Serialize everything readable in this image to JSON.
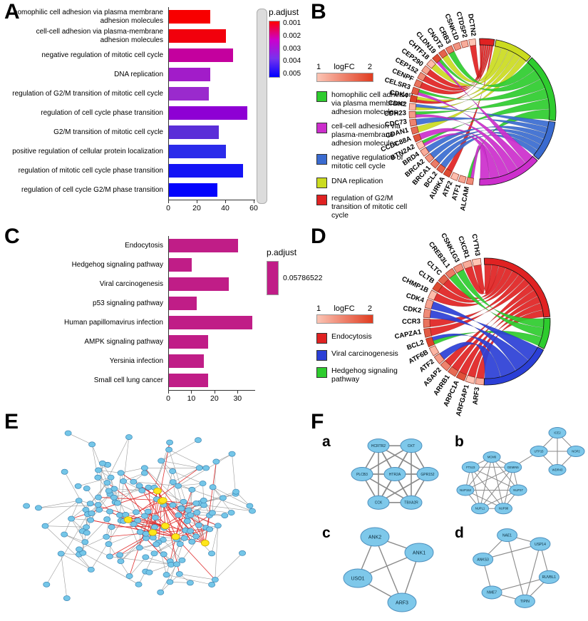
{
  "panels": {
    "a": {
      "label": "A"
    },
    "b": {
      "label": "B"
    },
    "c": {
      "label": "C"
    },
    "d": {
      "label": "D"
    },
    "e": {
      "label": "E"
    },
    "f": {
      "label": "F"
    }
  },
  "chart_data": [
    {
      "id": "A",
      "type": "bar",
      "orientation": "horizontal",
      "categories": [
        "homophilic cell adhesion via plasma membrane adhesion molecules",
        "cell-cell adhesion via plasma-membrane adhesion molecules",
        "negative regulation of mitotic cell cycle",
        "DNA replication",
        "regulation of G2/M transition of mitotic cell cycle",
        "regulation of cell cycle phase transition",
        "G2/M transition of mitotic cell cycle",
        "positive regulation of cellular protein localization",
        "regulation of mitotic cell cycle phase transition",
        "regulation of cell cycle G2/M phase transition"
      ],
      "values": [
        29,
        40,
        45,
        29,
        28,
        55,
        35,
        40,
        52,
        34
      ],
      "bar_colors": [
        "#F80000",
        "#F2000C",
        "#C4009E",
        "#A21CC9",
        "#9A2ACD",
        "#8E00D4",
        "#5A2ED8",
        "#2B2BEA",
        "#1414F5",
        "#0404FD"
      ],
      "xlim": [
        0,
        60
      ],
      "xticks": [
        0,
        20,
        40,
        60
      ],
      "legend": {
        "title": "p.adjust",
        "type": "gradient",
        "ticks": [
          "0.001",
          "0.002",
          "0.003",
          "0.004",
          "0.005"
        ],
        "gradient": [
          "#FF0000",
          "#CC00CC",
          "#7733EE",
          "#0000FF"
        ]
      }
    },
    {
      "id": "B",
      "type": "chord",
      "genes": [
        "DCTN2",
        "CTDSP2",
        "CSNK1D",
        "CRB3",
        "CNOT2",
        "CLDN19",
        "CHTF18",
        "CEP290",
        "CEP152",
        "CENPF",
        "CELSR3",
        "CDK4",
        "CDK2",
        "CDH23",
        "CDC73",
        "CDAN1",
        "CCDC88A",
        "BTN2A2",
        "BRD4",
        "BRCA2",
        "BRCA1",
        "BCL2",
        "AURKA",
        "ATF2",
        "ATF1",
        "ALCAM"
      ],
      "logfc": {
        "label": "logFC",
        "min": "1",
        "max": "2",
        "gradient": [
          "#FBC4B4",
          "#E03C20"
        ]
      },
      "categories": [
        {
          "label": "homophilic cell adhesion via plasma membrane adhesion molecules",
          "color": "#2ECC2E"
        },
        {
          "label": "cell-cell adhesion via plasma-membrane adhesion molecules",
          "color": "#CC2ECC"
        },
        {
          "label": "negative regulation of mitotic cell cycle",
          "color": "#3A6BD0"
        },
        {
          "label": "DNA replication",
          "color": "#CBDB1F"
        },
        {
          "label": "regulation of G2/M transition of mitotic cell cycle",
          "color": "#E02222"
        }
      ],
      "arc_order": [
        4,
        3,
        0,
        2,
        1
      ],
      "arc_fracs": [
        0.07,
        0.17,
        0.3,
        0.18,
        0.28
      ],
      "ribbons": [
        {
          "g": 3,
          "c": 0
        },
        {
          "g": 5,
          "c": 0
        },
        {
          "g": 10,
          "c": 0
        },
        {
          "g": 13,
          "c": 0
        },
        {
          "g": 17,
          "c": 0
        },
        {
          "g": 25,
          "c": 0
        },
        {
          "g": 5,
          "c": 1
        },
        {
          "g": 10,
          "c": 1
        },
        {
          "g": 13,
          "c": 1
        },
        {
          "g": 16,
          "c": 1
        },
        {
          "g": 17,
          "c": 1
        },
        {
          "g": 25,
          "c": 1
        },
        {
          "g": 12,
          "c": 2
        },
        {
          "g": 14,
          "c": 2
        },
        {
          "g": 18,
          "c": 2
        },
        {
          "g": 19,
          "c": 2
        },
        {
          "g": 20,
          "c": 2
        },
        {
          "g": 21,
          "c": 2
        },
        {
          "g": 4,
          "c": 3
        },
        {
          "g": 6,
          "c": 3
        },
        {
          "g": 11,
          "c": 3
        },
        {
          "g": 12,
          "c": 3
        },
        {
          "g": 15,
          "c": 3
        },
        {
          "g": 0,
          "c": 4
        },
        {
          "g": 7,
          "c": 4
        },
        {
          "g": 8,
          "c": 4
        },
        {
          "g": 9,
          "c": 4
        },
        {
          "g": 11,
          "c": 4
        },
        {
          "g": 22,
          "c": 4
        }
      ]
    },
    {
      "id": "C",
      "type": "bar",
      "orientation": "horizontal",
      "categories": [
        "Endocytosis",
        "Hedgehog signaling pathway",
        "Viral carcinogenesis",
        "p53 signaling pathway",
        "Human papillomavirus infection",
        "AMPK signaling pathway",
        "Yersinia infection",
        "Small cell lung cancer"
      ],
      "values": [
        30,
        10,
        26,
        12,
        36,
        17,
        15,
        17
      ],
      "bar_color": "#C01D87",
      "xlim": [
        0,
        37
      ],
      "xticks": [
        0,
        10,
        20,
        30
      ],
      "legend": {
        "title": "p.adjust",
        "type": "single",
        "value": "0.05786522",
        "color": "#C01D87"
      }
    },
    {
      "id": "D",
      "type": "chord",
      "genes": [
        "CYTH3",
        "CXCR1",
        "CSNK1G3",
        "CREB3L1",
        "CLTC",
        "CLTB",
        "CHMP1B",
        "CDK4",
        "CDK2",
        "CCR3",
        "CAPZA1",
        "BCL2",
        "ATF6B",
        "ATF2",
        "ASAP2",
        "ARRB1",
        "ARPC1A",
        "ARFGAP1",
        "ARF3"
      ],
      "logfc": {
        "label": "logFC",
        "min": "1",
        "max": "2",
        "gradient": [
          "#FBC4B4",
          "#E03C20"
        ]
      },
      "categories": [
        {
          "label": "Endocytosis",
          "color": "#E02222"
        },
        {
          "label": "Viral carcinogenesis",
          "color": "#2B3FD6"
        },
        {
          "label": "Hedgehog signaling pathway",
          "color": "#2ECC2E"
        }
      ],
      "arc_order": [
        0,
        2,
        1
      ],
      "arc_fracs": [
        0.48,
        0.16,
        0.36
      ],
      "ribbons": [
        {
          "g": 0,
          "c": 0
        },
        {
          "g": 1,
          "c": 0
        },
        {
          "g": 4,
          "c": 0
        },
        {
          "g": 5,
          "c": 0
        },
        {
          "g": 6,
          "c": 0
        },
        {
          "g": 9,
          "c": 0
        },
        {
          "g": 10,
          "c": 0
        },
        {
          "g": 14,
          "c": 0
        },
        {
          "g": 15,
          "c": 0
        },
        {
          "g": 16,
          "c": 0
        },
        {
          "g": 17,
          "c": 0
        },
        {
          "g": 18,
          "c": 0
        },
        {
          "g": 7,
          "c": 1
        },
        {
          "g": 8,
          "c": 1
        },
        {
          "g": 11,
          "c": 1
        },
        {
          "g": 13,
          "c": 1
        },
        {
          "g": 2,
          "c": 2
        },
        {
          "g": 3,
          "c": 2
        },
        {
          "g": 11,
          "c": 2
        }
      ]
    }
  ],
  "network_e": {
    "node_color": "#74C6E8",
    "node_border": "#3E87B5",
    "hub_color": "#FFE61A",
    "hub_border": "#C9A800",
    "edge_color": "#9B9B9B",
    "hub_edge_color": "#E03030"
  },
  "clusters": {
    "a": {
      "label": "a",
      "nodes": [
        "HCRTR2",
        "OXT",
        "GPR152",
        "TBXA2R",
        "CCK",
        "PLCB3",
        "HTR2A"
      ]
    },
    "b": {
      "label": "b",
      "nodes": [
        "MCM6",
        "GEMIN5",
        "NUP37",
        "NUP98",
        "NUPL1",
        "NUP153",
        "FTSJ3",
        "ICE2",
        "NOP2",
        "WDR43",
        "UTP15"
      ]
    },
    "c": {
      "label": "c",
      "nodes": [
        "ANK2",
        "ANK1",
        "USO1",
        "ARF3"
      ]
    },
    "d": {
      "label": "d",
      "nodes": [
        "NAE1",
        "USP14",
        "RUVBL1",
        "TIPIN",
        "NME7",
        "ANKS3"
      ]
    }
  }
}
